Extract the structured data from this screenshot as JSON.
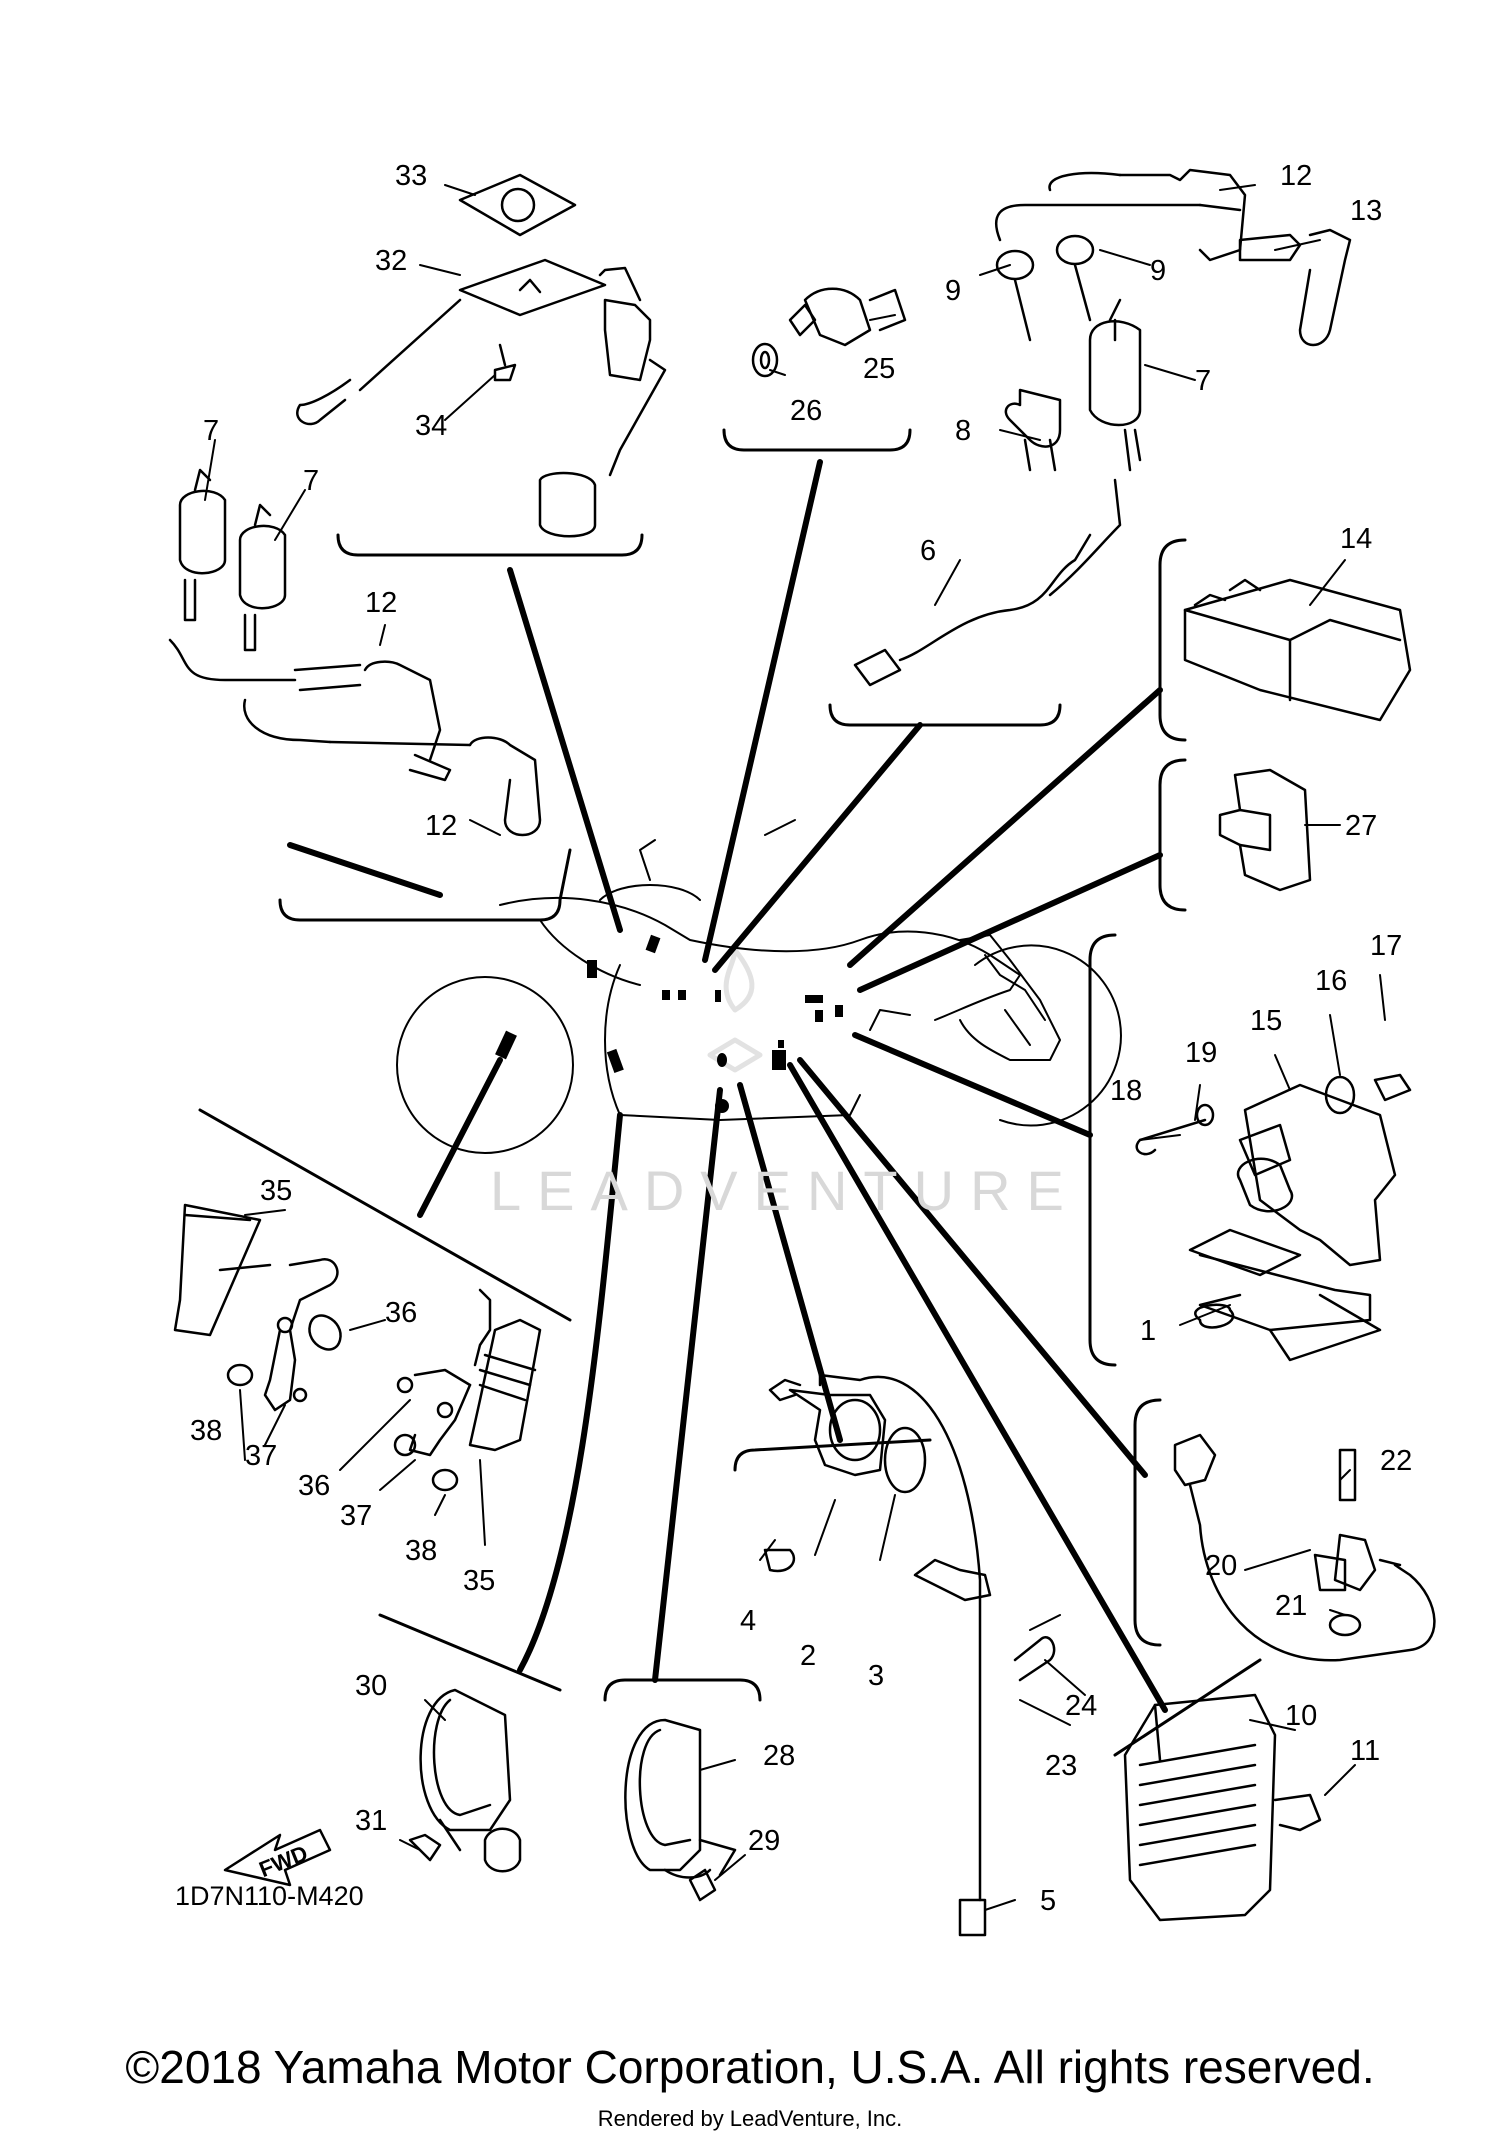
{
  "diagram": {
    "part_numbers": [
      "1",
      "2",
      "3",
      "4",
      "5",
      "6",
      "7",
      "8",
      "9",
      "10",
      "11",
      "12",
      "13",
      "14",
      "15",
      "16",
      "17",
      "18",
      "19",
      "20",
      "21",
      "22",
      "23",
      "24",
      "25",
      "26",
      "27",
      "28",
      "29",
      "30",
      "31",
      "32",
      "33",
      "34",
      "35",
      "36",
      "37",
      "38"
    ],
    "drawing_code": "1D7N110-M420",
    "fwd_label": "FWD",
    "watermark": "LEADVENTURE"
  },
  "footer": {
    "copyright": "©2018 Yamaha Motor Corporation, U.S.A. All rights reserved.",
    "rendered_by": "Rendered by LeadVenture, Inc."
  }
}
